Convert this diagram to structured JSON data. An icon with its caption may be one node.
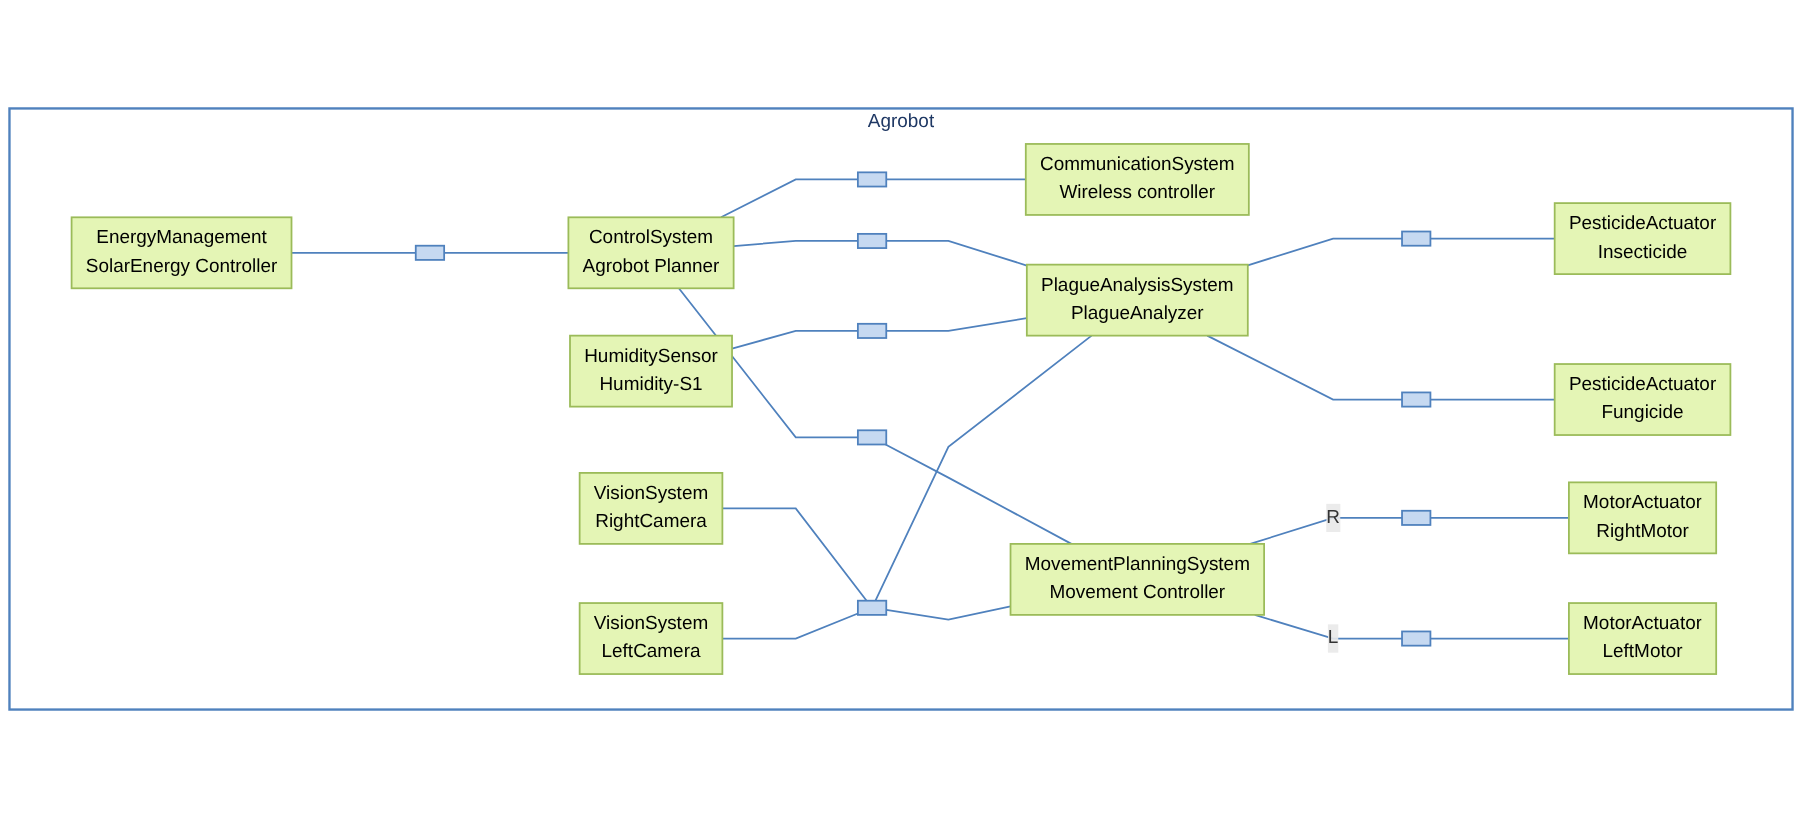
{
  "diagram": {
    "nodes": [
      {
        "text": [
          "Agrobot"
        ]
      },
      {
        "text": [
          "EnergyManagement",
          "SolarEnergy Controller"
        ],
        "in": 0
      },
      {
        "text": [
          "ControlSystem",
          "Agrobot Planner"
        ],
        "in": 0
      },
      {
        "text": [
          "CommunicationSystem",
          "Wireless controller"
        ],
        "in": 0
      },
      {
        "text": [
          "HumiditySensor",
          "Humidity-S1"
        ],
        "in": 0
      },
      {
        "text": [
          "PlagueAnalysisSystem",
          "PlagueAnalyzer"
        ],
        "in": 0
      },
      {
        "text": [
          "PesticideActuator",
          "Insecticide"
        ],
        "in": 0
      },
      {
        "text": [
          "PesticideActuator",
          "Fungicide"
        ],
        "in": 0
      },
      {
        "text": [
          "VisionSystem",
          "RightCamera"
        ],
        "in": 0
      },
      {
        "text": [
          "VisionSystem",
          "LeftCamera"
        ],
        "in": 0
      },
      {
        "text": [
          "MovementPlanningSystem",
          "Movement Controller"
        ],
        "in": 0
      },
      {
        "text": [
          "MotorActuator",
          "RightMotor"
        ],
        "in": 0
      },
      {
        "text": [
          "MotorActuator",
          "LeftMotor"
        ],
        "in": 0
      },
      {
        "text": [],
        "shape": "box",
        "in": 0
      },
      {
        "text": [],
        "shape": "box",
        "in": 0
      },
      {
        "text": [],
        "shape": "box",
        "in": 0
      },
      {
        "text": [],
        "shape": "box",
        "in": 0
      },
      {
        "text": [],
        "shape": "box",
        "in": 0
      },
      {
        "text": [],
        "shape": "box",
        "in": 0
      },
      {
        "text": [],
        "shape": "box",
        "in": 0
      },
      {
        "text": [],
        "shape": "box",
        "in": 0
      },
      {
        "text": [],
        "shape": "box",
        "in": 0
      },
      {
        "text": [],
        "shape": "box",
        "in": 0
      }
    ],
    "edges": [
      {
        "from": 1,
        "to": 13,
        "arrow": "none"
      },
      {
        "from": 13,
        "to": 2,
        "arrow": "none"
      },
      {
        "from": 2,
        "to": 14,
        "arrow": "none"
      },
      {
        "from": 14,
        "to": 3,
        "arrow": "none"
      },
      {
        "from": 2,
        "to": 15,
        "arrow": "none"
      },
      {
        "from": 15,
        "to": 5,
        "arrow": "none"
      },
      {
        "from": 4,
        "to": 16,
        "arrow": "none"
      },
      {
        "from": 16,
        "to": 5,
        "arrow": "none"
      },
      {
        "from": 5,
        "to": 17,
        "arrow": "none"
      },
      {
        "from": 17,
        "to": 6,
        "arrow": "none"
      },
      {
        "from": 5,
        "to": 18,
        "arrow": "none"
      },
      {
        "from": 18,
        "to": 7,
        "arrow": "none"
      },
      {
        "from": 2,
        "to": 19,
        "arrow": "none"
      },
      {
        "from": 19,
        "to": 10,
        "arrow": "none"
      },
      {
        "from": 8,
        "to": 20,
        "arrow": "none"
      },
      {
        "from": 9,
        "to": 20,
        "arrow": "none"
      },
      {
        "from": 20,
        "to": 5,
        "arrow": "none"
      },
      {
        "from": 20,
        "to": 10,
        "arrow": "none"
      },
      {
        "from": 10,
        "to": 21,
        "arrow": "none",
        "label": "R"
      },
      {
        "from": 21,
        "to": 11,
        "arrow": "none"
      },
      {
        "from": 10,
        "to": 22,
        "arrow": "none",
        "label": "L"
      },
      {
        "from": 22,
        "to": 12,
        "arrow": "none"
      }
    ]
  }
}
